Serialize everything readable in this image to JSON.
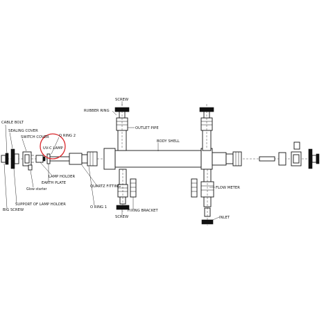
{
  "labels": {
    "screw_top": "SCREW",
    "rubber_ring": "RUBBER RING",
    "outlet_pipe": "OUTLET PIPE",
    "cable_bolt": "CABLE BOLT",
    "sealing_cover": "SEALING COVER",
    "switch_cover": "SWITCH COVER",
    "o_ring_2": "O RING 2",
    "uv_c_lamp": "UV-C LAMP",
    "body_shell": "BODY SHELL",
    "lamp_holder": "LAMP HOLDER",
    "earth_plate": "EARTH PLATE",
    "glow_starter": "Glow starter",
    "quartz_fitting": "QUARTZ FITTING",
    "flow_meter": "FLOW METER",
    "support_of_lamp_holder": "SUPPORT OF LAMP HOLDER",
    "big_screw": "BIG SCREW",
    "o_ring_1": "O RING 1",
    "fixing_bracket": "FIXING BRACKET",
    "screw_bottom": "SCREW",
    "inlet": "INLET"
  },
  "colors": {
    "line": "#111111",
    "highlight_circle": "#d9262a",
    "background": "#ffffff"
  }
}
